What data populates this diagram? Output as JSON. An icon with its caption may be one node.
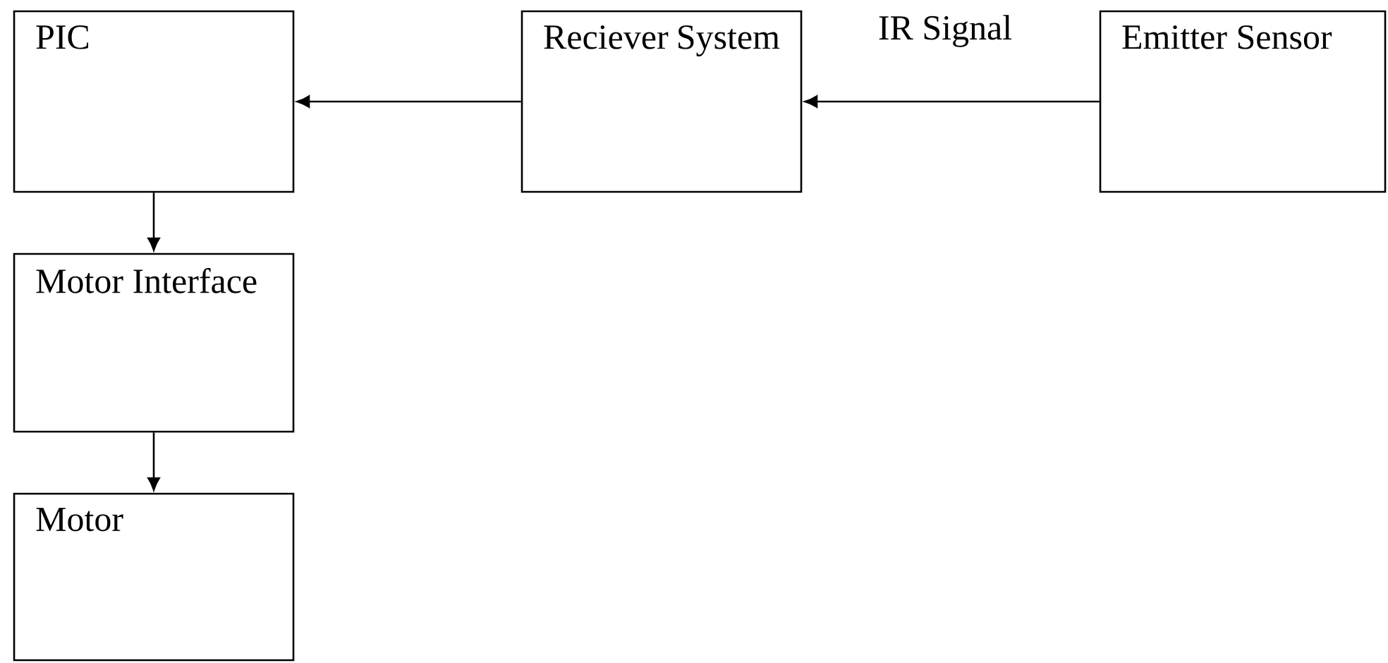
{
  "diagram": {
    "nodes": [
      {
        "text": [
          "PIC"
        ]
      },
      {
        "text": [
          "Reciever System"
        ]
      },
      {
        "text": [
          "Emitter Sensor"
        ]
      },
      {
        "text": [
          "Motor Interface"
        ]
      },
      {
        "text": [
          "Motor"
        ]
      }
    ],
    "edges": [
      {
        "from": 1,
        "to": 0,
        "arrow": "to"
      },
      {
        "from": 2,
        "to": 1,
        "arrow": "to",
        "label": "IR Signal"
      },
      {
        "from": 0,
        "to": 3,
        "arrow": "to"
      },
      {
        "from": 3,
        "to": 4,
        "arrow": "to"
      }
    ]
  }
}
